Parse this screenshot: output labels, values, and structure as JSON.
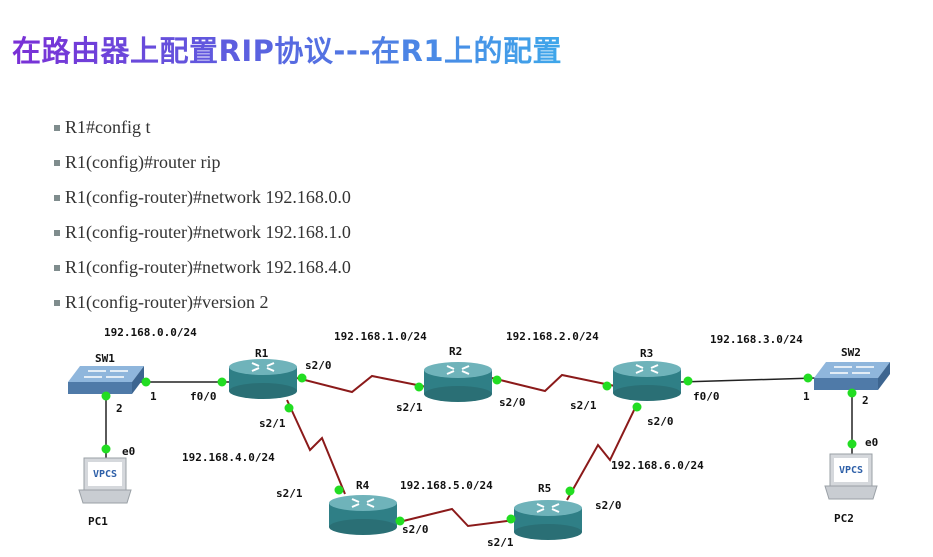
{
  "slide": {
    "title": "在路由器上配置RIP协议---在R1上的配置"
  },
  "commands": [
    "R1#config t",
    "R1(config)#router rip",
    "R1(config-router)#network 192.168.0.0",
    "R1(config-router)#network 192.168.1.0",
    "R1(config-router)#network 192.168.4.0",
    "R1(config-router)#version 2"
  ],
  "colors": {
    "serial_link": "#8b1a1a",
    "ethernet_link": "#222222",
    "port_dot": "#22dd22",
    "router_body": "#3f8f96",
    "switch_body": "#5d86b3"
  },
  "topology": {
    "nodes": {
      "sw1": "SW1",
      "sw2": "SW2",
      "r1": "R1",
      "r2": "R2",
      "r3": "R3",
      "r4": "R4",
      "r5": "R5",
      "pc1": "PC1",
      "pc2": "PC2",
      "vpcs": "VPCS"
    },
    "networks": {
      "n0": "192.168.0.0/24",
      "n1": "192.168.1.0/24",
      "n2": "192.168.2.0/24",
      "n3": "192.168.3.0/24",
      "n4": "192.168.4.0/24",
      "n5": "192.168.5.0/24",
      "n6": "192.168.6.0/24"
    },
    "ports": {
      "sw1_1": "1",
      "sw1_2": "2",
      "pc1_e0": "e0",
      "r1_f00": "f0/0",
      "r1_s20": "s2/0",
      "r1_s21": "s2/1",
      "r2_s21": "s2/1",
      "r2_s20": "s2/0",
      "r3_s21": "s2/1",
      "r3_f00": "f0/0",
      "r3_s20": "s2/0",
      "sw2_1": "1",
      "sw2_2": "2",
      "pc2_e0": "e0",
      "r4_s21": "s2/1",
      "r4_s20": "s2/0",
      "r5_s21": "s2/1",
      "r5_s20": "s2/0"
    }
  }
}
